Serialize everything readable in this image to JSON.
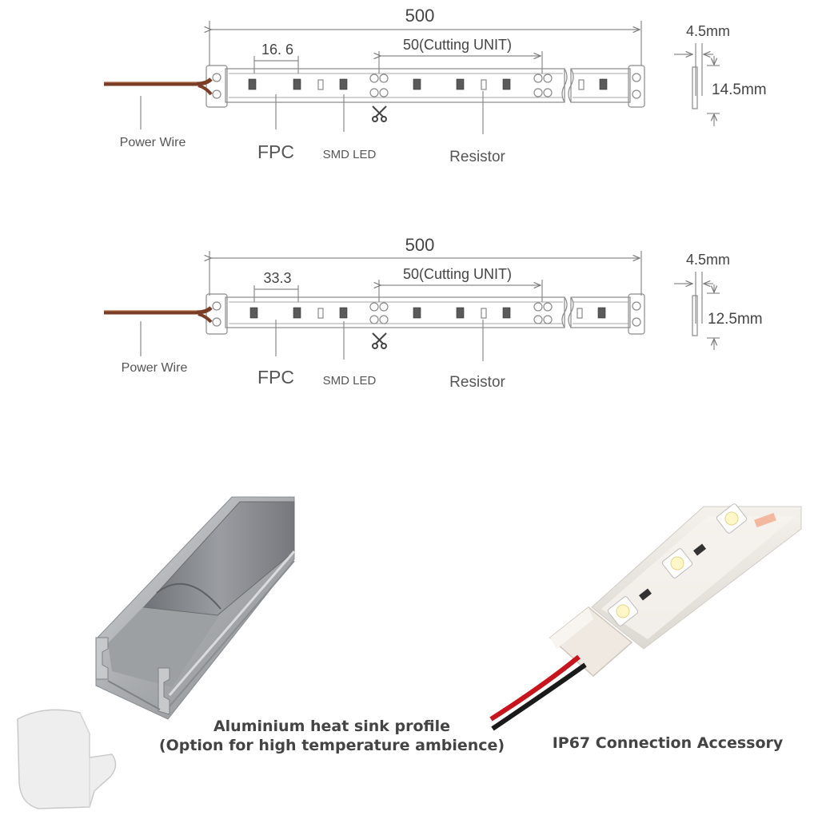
{
  "diagrams": [
    {
      "total_length": "500",
      "led_pitch": "16. 6",
      "cutting_unit": "50(Cutting UNIT)",
      "labels": {
        "power_wire": "Power Wire",
        "fpc": "FPC",
        "smd_led": "SMD LED",
        "resistor": "Resistor"
      },
      "width": "4.5mm",
      "height": "14.5mm"
    },
    {
      "total_length": "500",
      "led_pitch": "33.3",
      "cutting_unit": "50(Cutting UNIT)",
      "labels": {
        "power_wire": "Power Wire",
        "fpc": "FPC",
        "smd_led": "SMD LED",
        "resistor": "Resistor"
      },
      "width": "4.5mm",
      "height": "12.5mm"
    }
  ],
  "products": {
    "profile_caption_line1": "Aluminium heat sink profile",
    "profile_caption_line2": "(Option for high temperature ambience)",
    "connector_caption": "IP67 Connection Accessory"
  },
  "colors": {
    "line": "#8a8a8a",
    "text": "#555555",
    "wire_red": "#c8141c",
    "wire_black": "#1a1a1a",
    "aluminium": "#b9bcbf"
  }
}
